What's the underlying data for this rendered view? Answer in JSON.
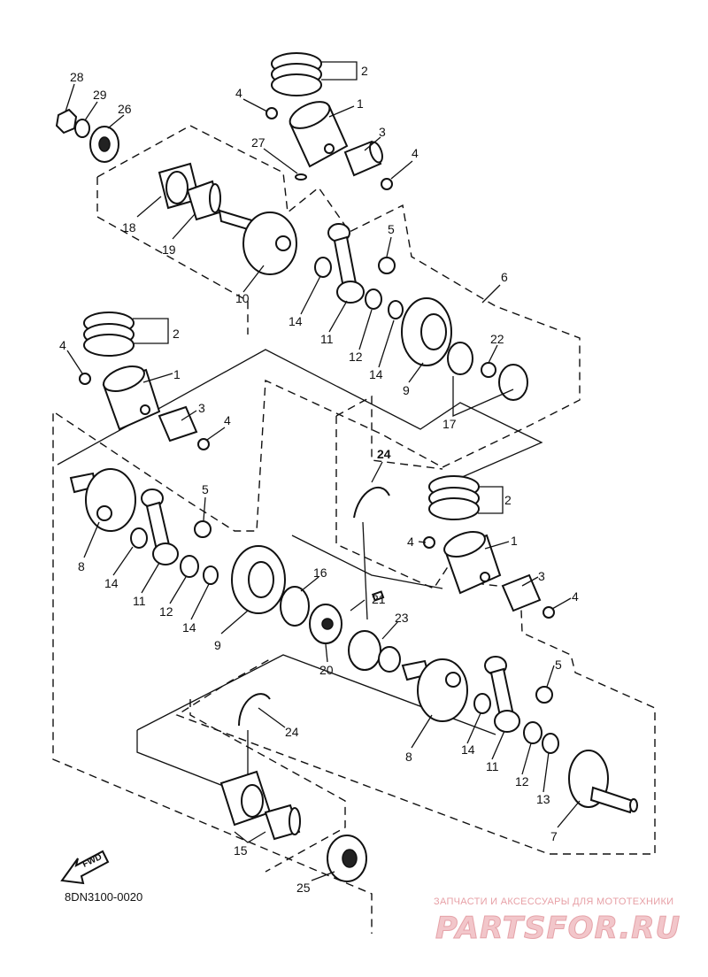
{
  "diagram_code": "8DN3100-0020",
  "direction_label": "FWD",
  "watermark": {
    "caption": "ЗАПЧАСТИ И АКСЕССУАРЫ ДЛЯ МОТОТЕХНИКИ",
    "logo": "PARTSFOR.RU"
  },
  "callouts": {
    "c1": "1",
    "c2": "2",
    "c3": "3",
    "c4": "4",
    "c5": "5",
    "c6": "6",
    "c7": "7",
    "c8": "8",
    "c9": "9",
    "c10": "10",
    "c11": "11",
    "c12": "12",
    "c13": "13",
    "c14": "14",
    "c15": "15",
    "c16": "16",
    "c17": "17",
    "c18": "18",
    "c19": "19",
    "c20": "20",
    "c21": "21",
    "c22": "22",
    "c23": "23",
    "c24": "24",
    "c25": "25",
    "c26": "26",
    "c27": "27",
    "c28": "28",
    "c29": "29"
  }
}
